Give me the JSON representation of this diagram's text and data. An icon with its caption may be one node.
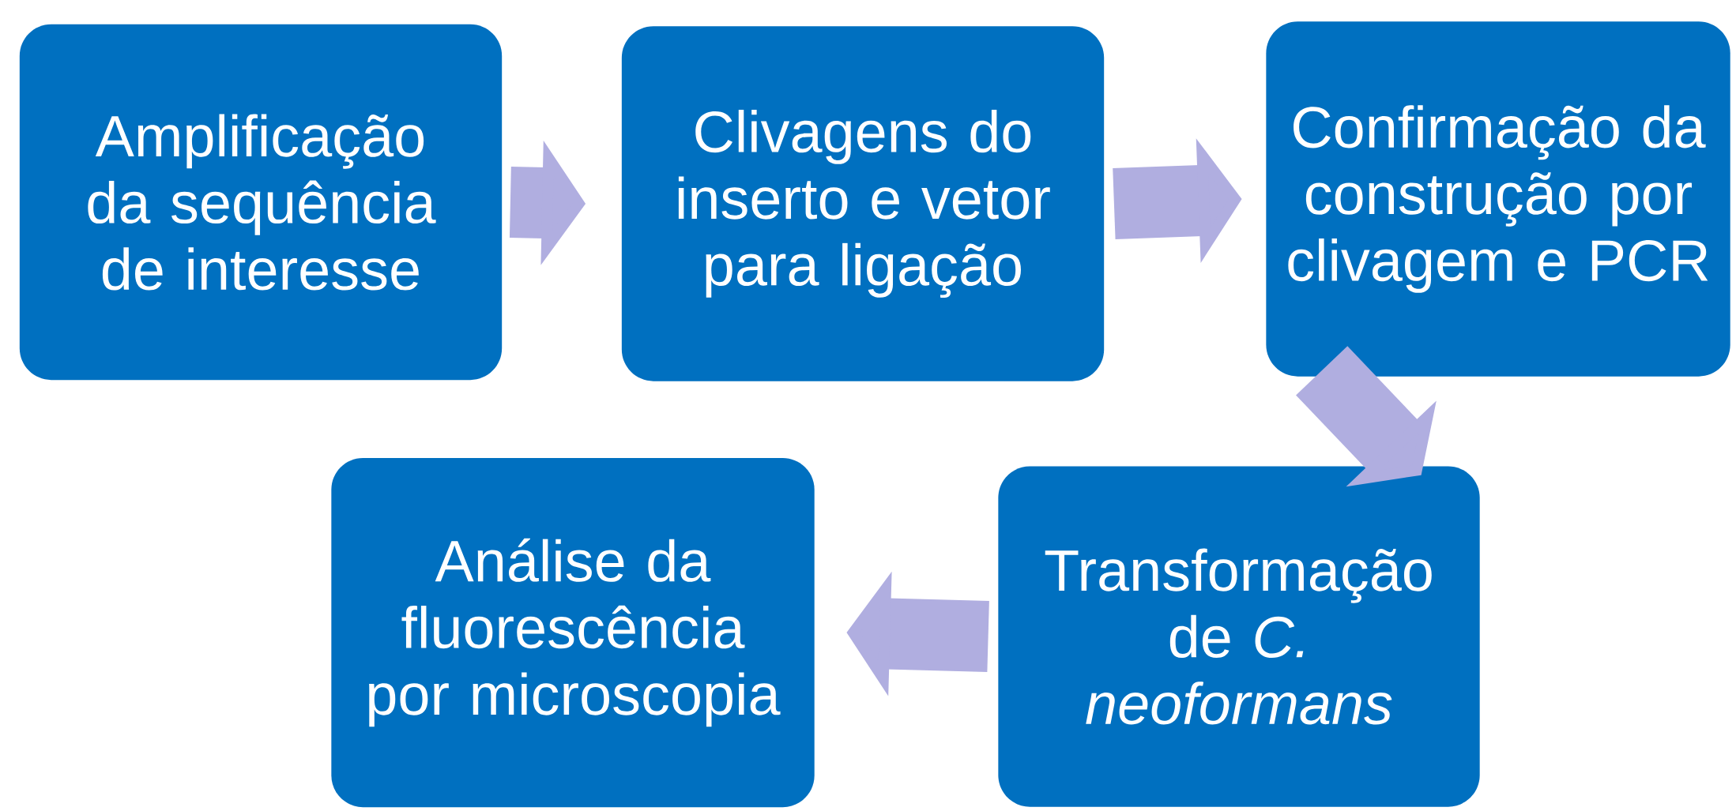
{
  "diagram": {
    "nodes": [
      {
        "text": [
          "Amplificação da sequência de interesse"
        ]
      },
      {
        "text": [
          "Clivagens do inserto e vetor para ligação"
        ]
      },
      {
        "text": [
          "Confirmação da construção por clivagem e PCR"
        ]
      },
      {
        "text": [
          "Transformação de *C. neoformans*"
        ]
      },
      {
        "text": [
          "Análise da fluorescência por microscopia"
        ]
      }
    ],
    "edges": [
      {
        "from": 0,
        "to": 1,
        "arrow": "to"
      },
      {
        "from": 1,
        "to": 2,
        "arrow": "to"
      },
      {
        "from": 2,
        "to": 3,
        "arrow": "to"
      },
      {
        "from": 3,
        "to": 4,
        "arrow": "to"
      }
    ]
  }
}
